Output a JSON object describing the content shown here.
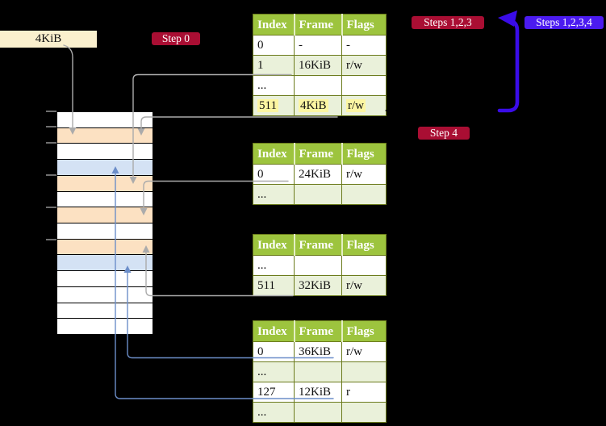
{
  "colors": {
    "background": "#000000",
    "frame-box": "#faf0ce",
    "badge-red": "#a90e33",
    "badge-blue": "#4b1bf0",
    "arrow-blue": "#3a0ce8",
    "line-gray": "#ababab",
    "line-blue": "#6c8ec9",
    "table-header": "#9dc43e",
    "table-row-green": "#eaf1da",
    "table-border": "#6b7b1c",
    "highlight-yellow": "#fcf6a2",
    "memory-orange": "#fce1c2",
    "memory-blue": "#d4e2f4"
  },
  "frame_size_label": {
    "text": "4KiB"
  },
  "badges": {
    "step0": "Step 0",
    "steps123": "Steps 1,2,3",
    "steps1234": "Steps 1,2,3,4",
    "step4": "Step 4"
  },
  "memory": {
    "rows": [
      "white",
      "orange",
      "white",
      "blue",
      "orange",
      "white",
      "orange",
      "white",
      "orange",
      "blue",
      "white",
      "white",
      "white",
      "white"
    ]
  },
  "tables": [
    {
      "name": "page-table-1",
      "headers": [
        "Index",
        "Frame",
        "Flags"
      ],
      "rows": [
        {
          "cells": [
            "0",
            "-",
            "-"
          ],
          "shade": "white"
        },
        {
          "cells": [
            "1",
            "16KiB",
            "r/w"
          ],
          "shade": "green"
        },
        {
          "cells": [
            "...",
            "",
            ""
          ],
          "shade": "white"
        },
        {
          "cells": [
            "511",
            "4KiB",
            "r/w"
          ],
          "shade": "green",
          "highlight": true
        }
      ]
    },
    {
      "name": "page-table-2",
      "headers": [
        "Index",
        "Frame",
        "Flags"
      ],
      "rows": [
        {
          "cells": [
            "0",
            "24KiB",
            "r/w"
          ],
          "shade": "white"
        },
        {
          "cells": [
            "...",
            "",
            ""
          ],
          "shade": "green"
        }
      ]
    },
    {
      "name": "page-table-3",
      "headers": [
        "Index",
        "Frame",
        "Flags"
      ],
      "rows": [
        {
          "cells": [
            "...",
            "",
            ""
          ],
          "shade": "white"
        },
        {
          "cells": [
            "511",
            "32KiB",
            "r/w"
          ],
          "shade": "green"
        }
      ]
    },
    {
      "name": "page-table-4",
      "headers": [
        "Index",
        "Frame",
        "Flags"
      ],
      "rows": [
        {
          "cells": [
            "0",
            "36KiB",
            "r/w"
          ],
          "shade": "white"
        },
        {
          "cells": [
            "...",
            "",
            ""
          ],
          "shade": "green"
        },
        {
          "cells": [
            "127",
            "12KiB",
            "r"
          ],
          "shade": "white"
        },
        {
          "cells": [
            "...",
            "",
            ""
          ],
          "shade": "green"
        }
      ]
    }
  ],
  "connections": [
    {
      "from": "frame-size-label",
      "to": "memory-row-2",
      "color": "gray"
    },
    {
      "from": "page-table-1 entry 1 (16KiB)",
      "to": "memory-row-5",
      "color": "gray"
    },
    {
      "from": "page-table-1 entry 511 (4KiB)",
      "to": "memory-row-2",
      "color": "gray"
    },
    {
      "from": "page-table-2 entry 0 (24KiB)",
      "to": "memory-row-7",
      "color": "gray"
    },
    {
      "from": "page-table-3 entry 511 (32KiB)",
      "to": "memory-row-9",
      "color": "gray"
    },
    {
      "from": "page-table-4 entry 0 (36KiB)",
      "to": "memory-row-10",
      "color": "blue"
    },
    {
      "from": "page-table-4 entry 127 (12KiB)",
      "to": "memory-row-4",
      "color": "blue"
    },
    {
      "from": "below steps badges",
      "to": "page-table-1",
      "color": "arrow-blue"
    }
  ]
}
